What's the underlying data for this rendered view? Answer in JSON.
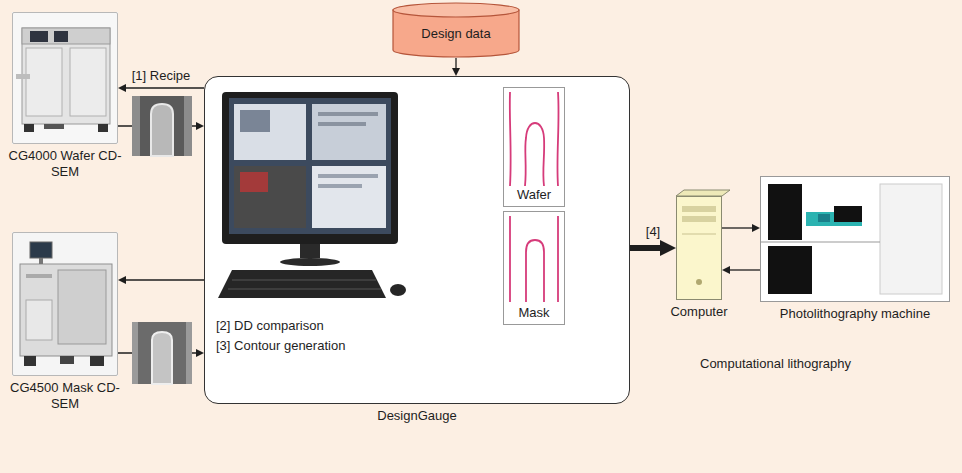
{
  "diagram": {
    "nodes": [
      {
        "text": [
          "Design data"
        ]
      },
      {
        "text": [
          "CG4000 Wafer CD-SEM"
        ]
      },
      {
        "text": [
          "DesignGauge"
        ]
      },
      {
        "text": [
          "Wafer"
        ],
        "in": 2
      },
      {
        "text": [
          "Mask"
        ],
        "in": 2
      },
      {
        "text": [
          "CG4500 Mask CD-SEM"
        ]
      },
      {
        "text": [
          "Computer"
        ]
      },
      {
        "text": [
          "Photolithography machine"
        ]
      }
    ],
    "edges": [
      {
        "from": 0,
        "to": 2,
        "arrow": "to"
      },
      {
        "from": 2,
        "to": 1,
        "arrow": "to",
        "label": "[1] Recipe"
      },
      {
        "from": 1,
        "to": 2,
        "arrow": "to"
      },
      {
        "from": 2,
        "to": 5,
        "arrow": "to"
      },
      {
        "from": 5,
        "to": 2,
        "arrow": "to"
      },
      {
        "from": 2,
        "to": 6,
        "arrow": "to",
        "label": "[4]"
      },
      {
        "from": 6,
        "to": 7,
        "arrow": "to"
      },
      {
        "from": 7,
        "to": 6,
        "arrow": "to"
      }
    ],
    "labels": [
      "[2] DD comparison",
      "[3] Contour generation",
      "Computational lithography"
    ]
  }
}
